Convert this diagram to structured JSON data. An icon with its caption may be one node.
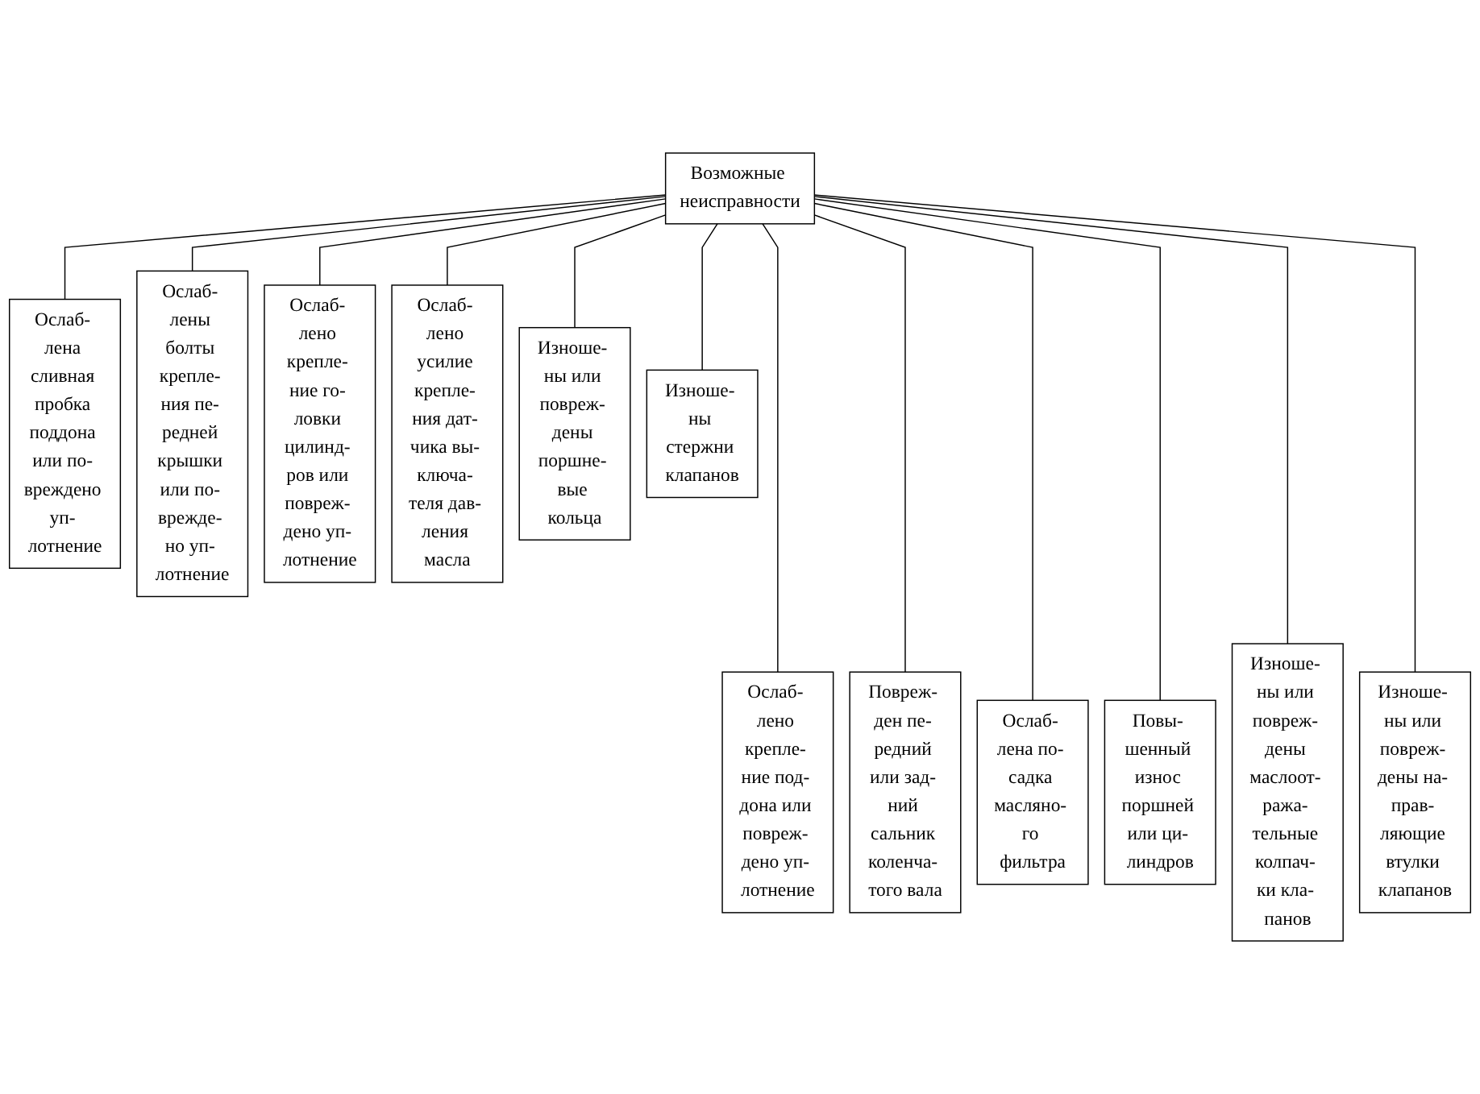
{
  "diagram": {
    "nodes": [
      {
        "text": [
          "Возможные неисправности"
        ]
      },
      {
        "text": [
          "Ослаб- лена сливная пробка поддона или по- вреждено уп- лотнение"
        ]
      },
      {
        "text": [
          "Ослаб- лены болты крепле- ния пе- редней крышки или по- врежде- но уп- лотнение"
        ]
      },
      {
        "text": [
          "Ослаб- лено крепле- ние го- ловки цилинд- ров или повреж- дено уп- лотнение"
        ]
      },
      {
        "text": [
          "Ослаб- лено усилие крепле- ния дат- чика вы- ключа- теля дав- ления масла"
        ]
      },
      {
        "text": [
          "Изноше- ны или повреж- дены поршне- вые кольца"
        ]
      },
      {
        "text": [
          "Изноше- ны стержни клапанов"
        ]
      },
      {
        "text": [
          "Ослаб- лено крепле- ние под- дона или повреж- дено уп- лотнение"
        ]
      },
      {
        "text": [
          "Повреж- ден пе- редний или зад- ний сальник коленча- того вала"
        ]
      },
      {
        "text": [
          "Ослаб- лена по- садка масляно- го фильтра"
        ]
      },
      {
        "text": [
          "Повы- шенный износ поршней или ци- линдров"
        ]
      },
      {
        "text": [
          "Изноше- ны или повреж- дены маслоот- ража- тельные колпач- ки кла- панов"
        ]
      },
      {
        "text": [
          "Изноше- ны или повреж- дены на- прав- ляющие втулки клапанов"
        ]
      }
    ],
    "edges": [
      {
        "from": 0,
        "to": 1,
        "arrow": "none"
      },
      {
        "from": 0,
        "to": 2,
        "arrow": "none"
      },
      {
        "from": 0,
        "to": 3,
        "arrow": "none"
      },
      {
        "from": 0,
        "to": 4,
        "arrow": "none"
      },
      {
        "from": 0,
        "to": 5,
        "arrow": "none"
      },
      {
        "from": 0,
        "to": 6,
        "arrow": "none"
      },
      {
        "from": 0,
        "to": 7,
        "arrow": "none"
      },
      {
        "from": 0,
        "to": 8,
        "arrow": "none"
      },
      {
        "from": 0,
        "to": 9,
        "arrow": "none"
      },
      {
        "from": 0,
        "to": 10,
        "arrow": "none"
      },
      {
        "from": 0,
        "to": 11,
        "arrow": "none"
      },
      {
        "from": 0,
        "to": 12,
        "arrow": "none"
      }
    ]
  }
}
